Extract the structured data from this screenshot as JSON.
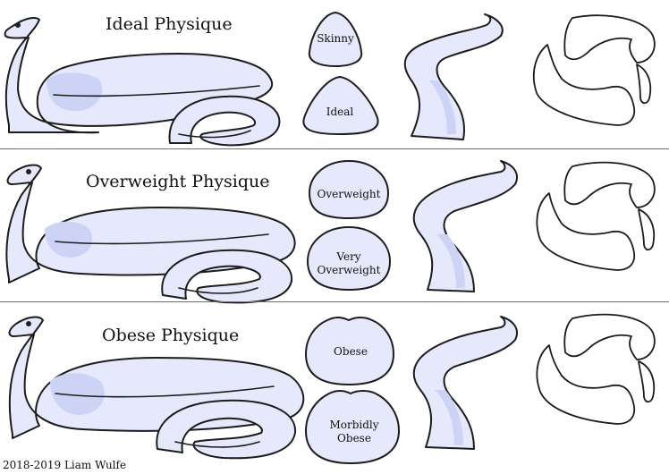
{
  "sections": [
    {
      "title": "Ideal Physique",
      "cross_sections": [
        "Skinny",
        "Ideal"
      ]
    },
    {
      "title": "Overweight Physique",
      "cross_sections": [
        "Overweight",
        "Very Overweight"
      ]
    },
    {
      "title": "Obese Physique",
      "cross_sections": [
        "Obese",
        "Morbidly Obese"
      ]
    }
  ],
  "credit": "2018-2019 Liam Wulfe",
  "colors": {
    "body": "#e6e8fb",
    "shade": "#cdd3f5",
    "outline": "#1c1c1c",
    "divider": "#6e6e6e"
  }
}
